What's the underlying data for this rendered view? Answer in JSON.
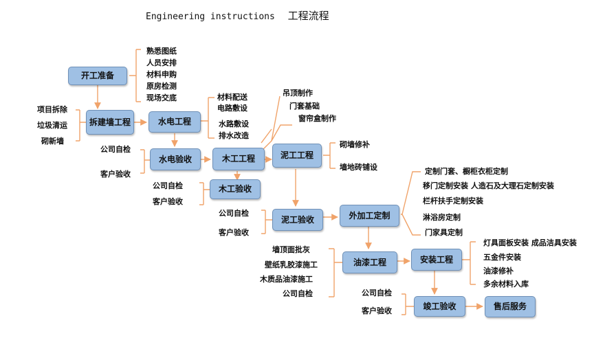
{
  "title": {
    "en": "Engineering instructions",
    "zh": "工程流程"
  },
  "nodes": {
    "kaigong": "开工准备",
    "chaijian": "拆建墙工程",
    "shuidian": "水电工程",
    "shuidian_yanshou": "水电验收",
    "mugong": "木工工程",
    "mugong_yanshou": "木工验收",
    "nigong": "泥工工程",
    "nigong_yanshou": "泥工验收",
    "waijia": "外加工定制",
    "youqi": "油漆工程",
    "anzhuang": "安装工程",
    "jungong": "竣工验收",
    "shouhou": "售后服务"
  },
  "labels": {
    "kaigong_items": [
      "熟悉图纸",
      "人员安排",
      "材料申购",
      "原房检测",
      "现场交底"
    ],
    "chaijian_items": [
      "项目拆除",
      "垃圾清运",
      "砌新墙"
    ],
    "shuidian_items": [
      "材料配送",
      "电路敷设",
      "水路敷设",
      "排水改造"
    ],
    "mugong_items": [
      "吊顶制作",
      "门套基础",
      "窗帘盒制作"
    ],
    "nigong_items": [
      "砌墙修补",
      "墙地砖铺设"
    ],
    "waijia_items": [
      "定制门套、橱柜衣柜定制",
      "移门定制安装  人造石及大理石定制安装",
      "栏杆扶手定制安装",
      "淋浴房定制",
      "门家具定制"
    ],
    "youqi_items": [
      "墙顶面批灰",
      "壁纸乳胶漆施工",
      "木质品油漆施工",
      "公司自检"
    ],
    "anzhuang_items": [
      "灯具面板安装  成品洁具安装",
      "五金件安装",
      "油漆修补",
      "多余材料入库"
    ],
    "inspect_self": "公司自检",
    "inspect_client": "客户验收"
  },
  "colors": {
    "box_fill": "#9fc0e4",
    "box_border": "#6e8fb6",
    "connector": "#f0a36a"
  }
}
